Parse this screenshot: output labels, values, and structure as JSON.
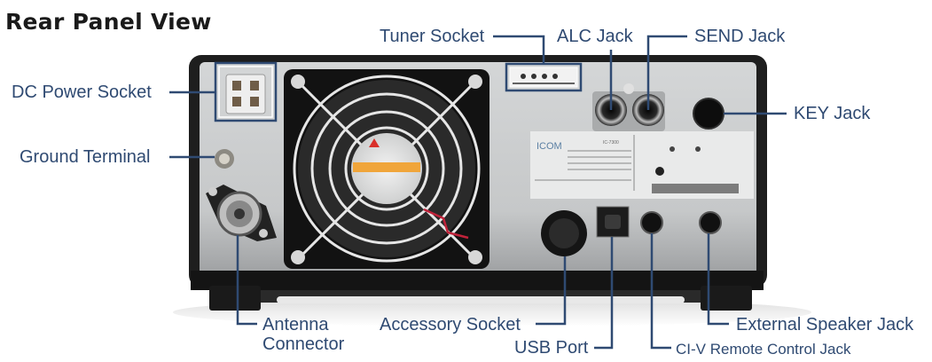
{
  "title": "Rear Panel View",
  "device": {
    "brand": "ICOM",
    "model": "IC-7300"
  },
  "labels": {
    "dc_power_socket": "DC Power Socket",
    "ground_terminal": "Ground Terminal",
    "tuner_socket": "Tuner Socket",
    "alc_jack": "ALC Jack",
    "send_jack": "SEND Jack",
    "key_jack": "KEY Jack",
    "antenna_connector_line1": "Antenna",
    "antenna_connector_line2": "Connector",
    "accessory_socket": "Accessory Socket",
    "usb_port": "USB Port",
    "civ_remote_control_jack": "CI-V Remote Control Jack",
    "external_speaker_jack": "External Speaker Jack"
  },
  "colors": {
    "label_text": "#2f4a72",
    "leader_line": "#2f4a72",
    "title_text": "#1a1a1a",
    "chassis_dark": "#1e1e1e",
    "panel_grey": "#c9cbcc"
  }
}
